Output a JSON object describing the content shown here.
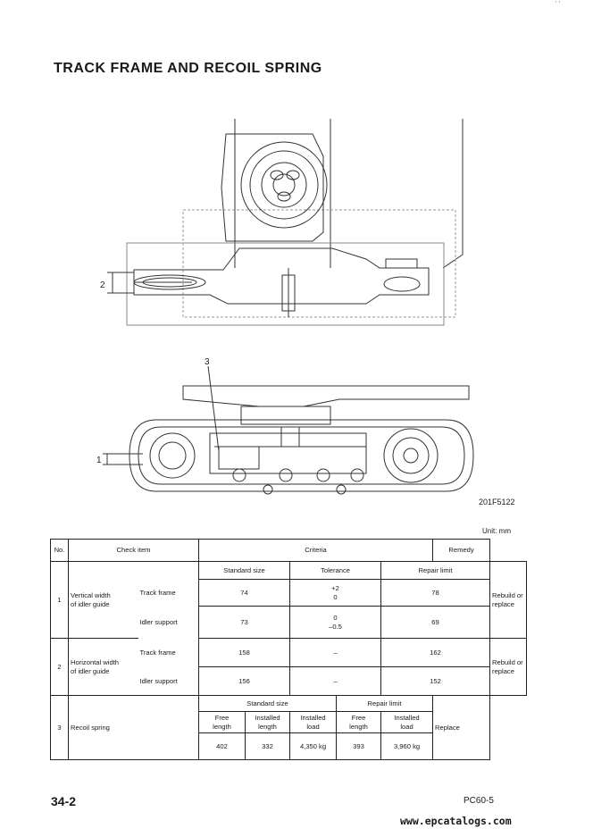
{
  "page": {
    "title": "TRACK FRAME AND RECOIL SPRING",
    "figure_code": "201F5122",
    "unit": "Unit:  mm",
    "page_number": "34-2",
    "model": "PC60-5",
    "website": "www.epcatalogs.com",
    "corner_mark": "' '"
  },
  "drawing": {
    "callout_top": "2",
    "callout_bottom_side": "1",
    "callout_bottom_top": "3"
  },
  "table": {
    "headers": {
      "no": "No.",
      "check_item": "Check item",
      "criteria": "Criteria",
      "remedy": "Remedy"
    },
    "subheaders": {
      "standard_size": "Standard size",
      "tolerance": "Tolerance",
      "repair_limit": "Repair limit"
    },
    "rows": [
      {
        "no": "1",
        "item": "Vertical width\nof idler guide",
        "sub": [
          {
            "part": "Track frame",
            "standard": "74",
            "tolerance": "+2\n0",
            "limit": "78"
          },
          {
            "part": "Idler support",
            "standard": "73",
            "tolerance": "0\n–0.5",
            "limit": "69"
          }
        ],
        "remedy": "Rebuild or\nreplace"
      },
      {
        "no": "2",
        "item": "Horizontal width\nof idler guide",
        "sub": [
          {
            "part": "Track frame",
            "standard": "158",
            "tolerance": "–",
            "limit": "162"
          },
          {
            "part": "Idler support",
            "standard": "156",
            "tolerance": "–",
            "limit": "152"
          }
        ],
        "remedy": "Rebuild or\nreplace"
      },
      {
        "no": "3",
        "item": "Recoil spring",
        "standard_size": "Standard size",
        "repair_limit": "Repair limit",
        "cols": [
          "Free\nlength",
          "Installed\nlength",
          "Installed\nload",
          "Free\nlength",
          "Installed\nload"
        ],
        "values": [
          "402",
          "332",
          "4,350 kg",
          "393",
          "3,960 kg"
        ],
        "remedy": "Replace"
      }
    ]
  }
}
